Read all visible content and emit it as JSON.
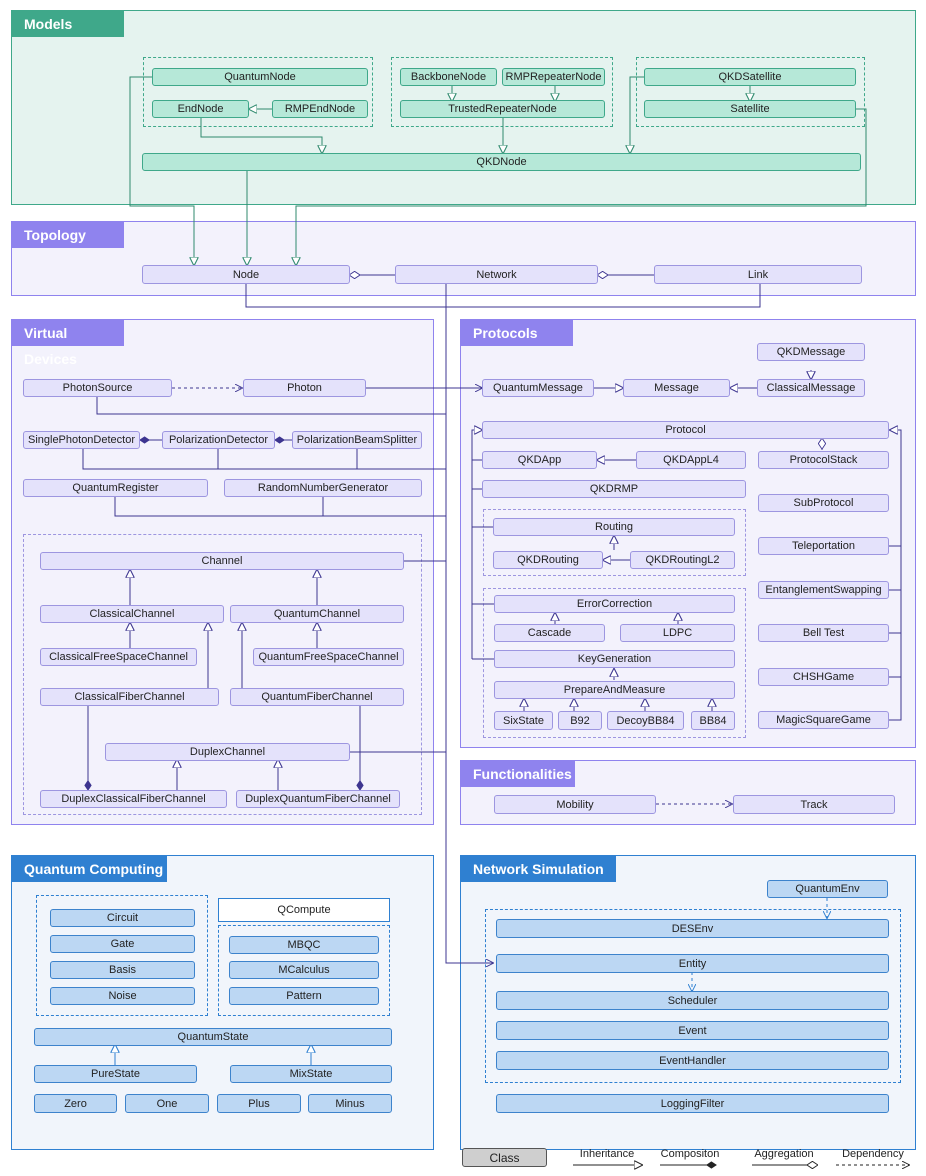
{
  "sections": {
    "models": "Models",
    "topology": "Topology",
    "virtual_devices": "Virtual Devices",
    "protocols": "Protocols",
    "functionalities": "Functionalities",
    "quantum_computing": "Quantum Computing",
    "network_simulation": "Network Simulation"
  },
  "models": {
    "quantum_node": "QuantumNode",
    "end_node": "EndNode",
    "rmp_end_node": "RMPEndNode",
    "backbone_node": "BackboneNode",
    "rmp_repeater_node": "RMPRepeaterNode",
    "trusted_repeater_node": "TrustedRepeaterNode",
    "qkd_satellite": "QKDSatellite",
    "satellite": "Satellite",
    "qkd_node": "QKDNode"
  },
  "topology": {
    "node": "Node",
    "network": "Network",
    "link": "Link"
  },
  "devices": {
    "photon_source": "PhotonSource",
    "photon": "Photon",
    "single_photon_detector": "SinglePhotonDetector",
    "polarization_detector": "PolarizationDetector",
    "polarization_beam_splitter": "PolarizationBeamSplitter",
    "quantum_register": "QuantumRegister",
    "random_number_generator": "RandomNumberGenerator",
    "channel": "Channel",
    "classical_channel": "ClassicalChannel",
    "quantum_channel": "QuantumChannel",
    "classical_free_space_channel": "ClassicalFreeSpaceChannel",
    "quantum_free_space_channel": "QuantumFreeSpaceChannel",
    "classical_fiber_channel": "ClassicalFiberChannel",
    "quantum_fiber_channel": "QuantumFiberChannel",
    "duplex_channel": "DuplexChannel",
    "duplex_classical_fiber_channel": "DuplexClassicalFiberChannel",
    "duplex_quantum_fiber_channel": "DuplexQuantumFiberChannel"
  },
  "protocols": {
    "qkd_message": "QKDMessage",
    "quantum_message": "QuantumMessage",
    "message": "Message",
    "classical_message": "ClassicalMessage",
    "protocol": "Protocol",
    "qkd_app": "QKDApp",
    "qkd_app_l4": "QKDAppL4",
    "protocol_stack": "ProtocolStack",
    "qkd_rmp": "QKDRMP",
    "sub_protocol": "SubProtocol",
    "routing": "Routing",
    "qkd_routing": "QKDRouting",
    "qkd_routing_l2": "QKDRoutingL2",
    "teleportation": "Teleportation",
    "entanglement_swapping": "EntanglementSwapping",
    "error_correction": "ErrorCorrection",
    "cascade": "Cascade",
    "ldpc": "LDPC",
    "bell_test": "Bell Test",
    "key_generation": "KeyGeneration",
    "chsh_game": "CHSHGame",
    "prepare_and_measure": "PrepareAndMeasure",
    "six_state": "SixState",
    "b92": "B92",
    "decoy_bb84": "DecoyBB84",
    "bb84": "BB84",
    "magic_square_game": "MagicSquareGame"
  },
  "functionalities": {
    "mobility": "Mobility",
    "track": "Track"
  },
  "quantum_computing": {
    "circuit": "Circuit",
    "gate": "Gate",
    "basis": "Basis",
    "noise": "Noise",
    "qcompute": "QCompute",
    "mbqc": "MBQC",
    "mcalculus": "MCalculus",
    "pattern": "Pattern",
    "quantum_state": "QuantumState",
    "pure_state": "PureState",
    "mix_state": "MixState",
    "zero": "Zero",
    "one": "One",
    "plus": "Plus",
    "minus": "Minus"
  },
  "network_simulation": {
    "quantum_env": "QuantumEnv",
    "des_env": "DESEnv",
    "entity": "Entity",
    "scheduler": "Scheduler",
    "event": "Event",
    "event_handler": "EventHandler",
    "logging_filter": "LoggingFilter"
  },
  "legend": {
    "class": "Class",
    "inheritance": "Inheritance",
    "composition": "Compositon",
    "aggregation": "Aggregation",
    "dependency": "Dependency"
  },
  "colors": {
    "models": "#3fa88a",
    "topology_title": "#8f83ee",
    "panel_border_purple": "#9d96e0",
    "quantum_blue": "#2f80d1",
    "wire_purple": "#3d3590",
    "wire_green": "#2f8a6e"
  }
}
